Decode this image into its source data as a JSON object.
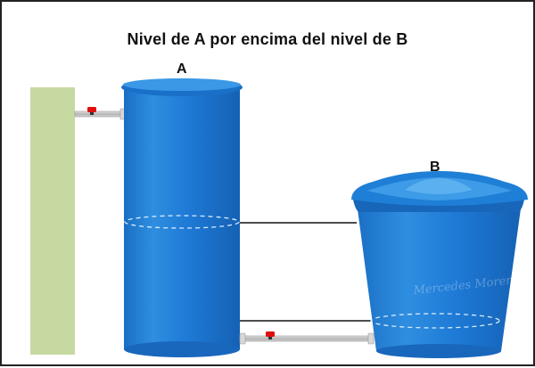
{
  "title": "Nivel de A por encima del nivel de B",
  "tank_a_label": "A",
  "tank_b_label": "B",
  "signature": "Mercedes Moreno",
  "colors": {
    "tank_blue": "#1f7fd6",
    "tank_dark": "#0f5fae",
    "tank_light": "#3a98e6",
    "wall_green": "#c6d9a1",
    "valve_red": "#e01010",
    "pipe_gray": "#c9c9c9"
  }
}
